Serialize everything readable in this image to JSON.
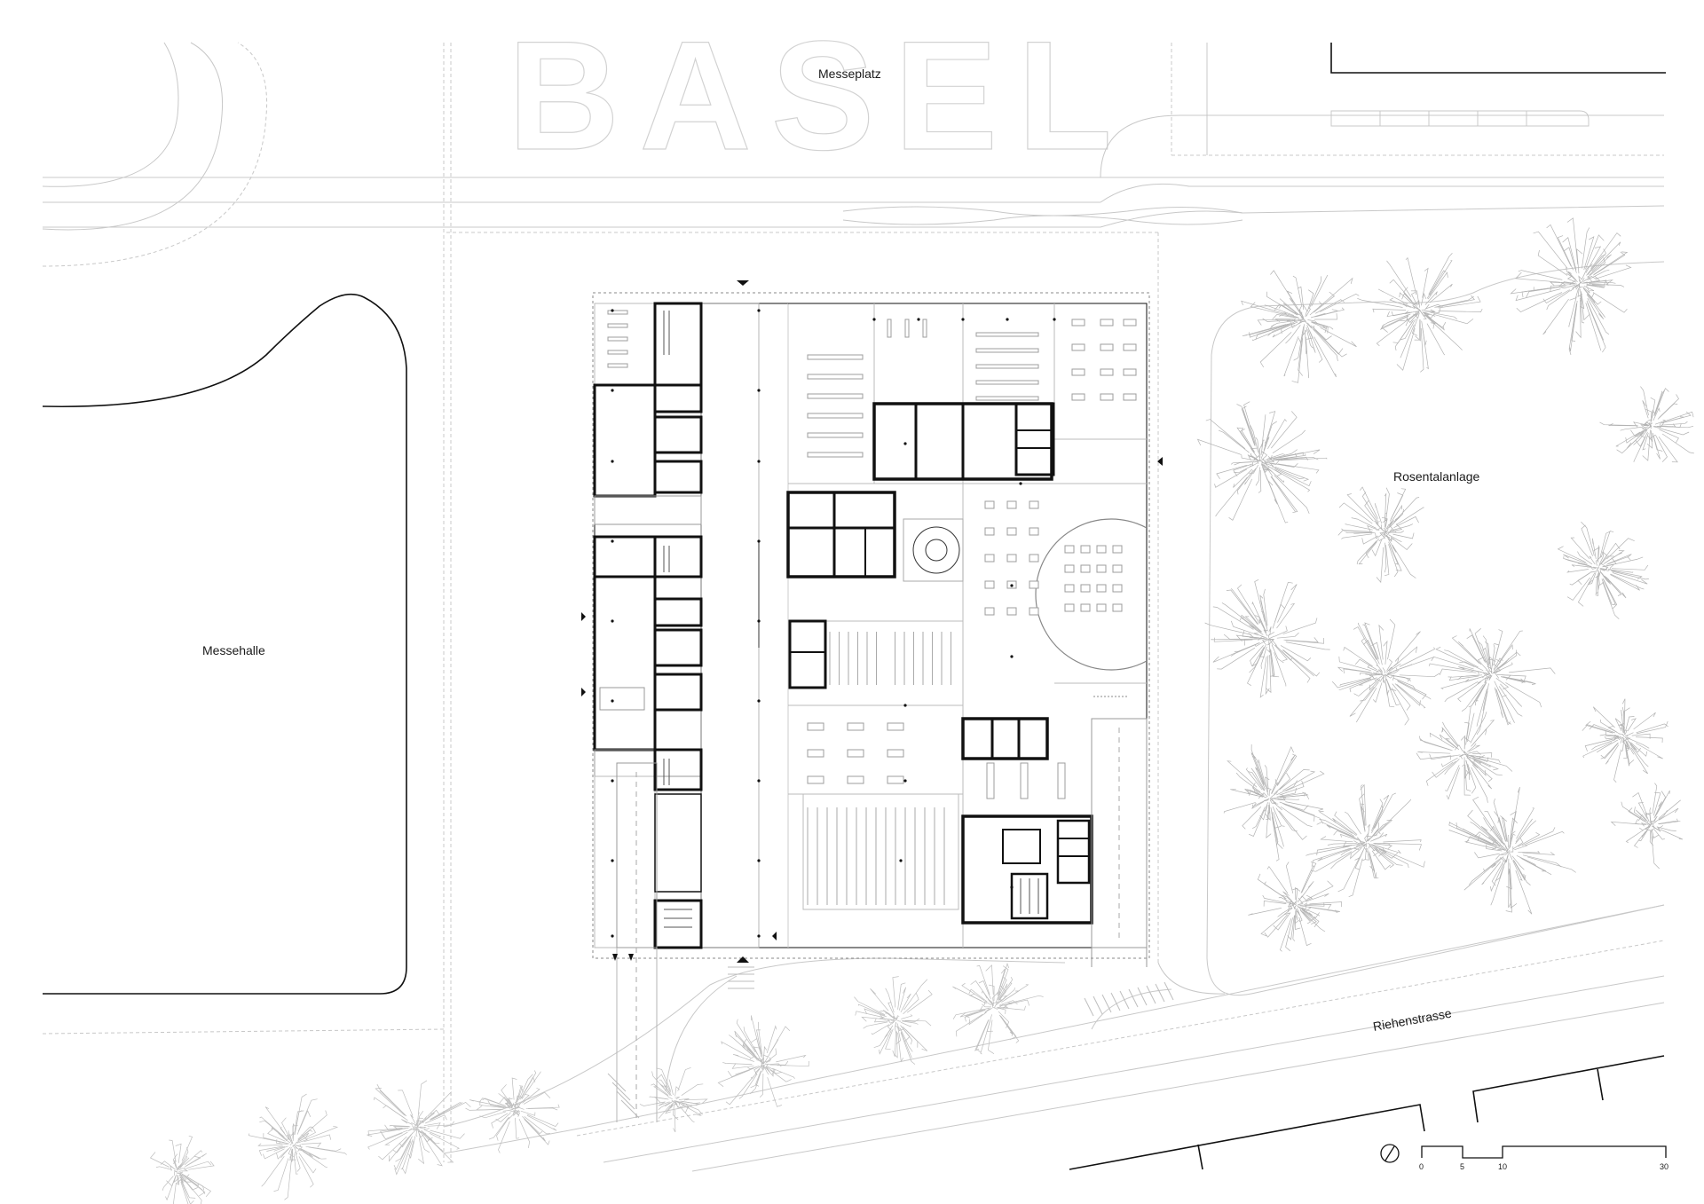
{
  "labels": {
    "messeplatz": "Messeplatz",
    "messehalle": "Messehalle",
    "rosentalanlage": "Rosentalanlage",
    "riehenstrasse": "Riehenstrasse",
    "basel": "BASEL"
  },
  "scale_bar": {
    "ticks": [
      "0",
      "5",
      "10",
      "30"
    ],
    "unit": ""
  },
  "icons": {
    "north_arrow": "north-arrow-icon",
    "entrance_marker": "entrance-triangle-icon"
  },
  "colors": {
    "ink": "#111111",
    "context_line": "#c8c8c8",
    "tree": "#b0b0b0",
    "background": "#ffffff"
  }
}
